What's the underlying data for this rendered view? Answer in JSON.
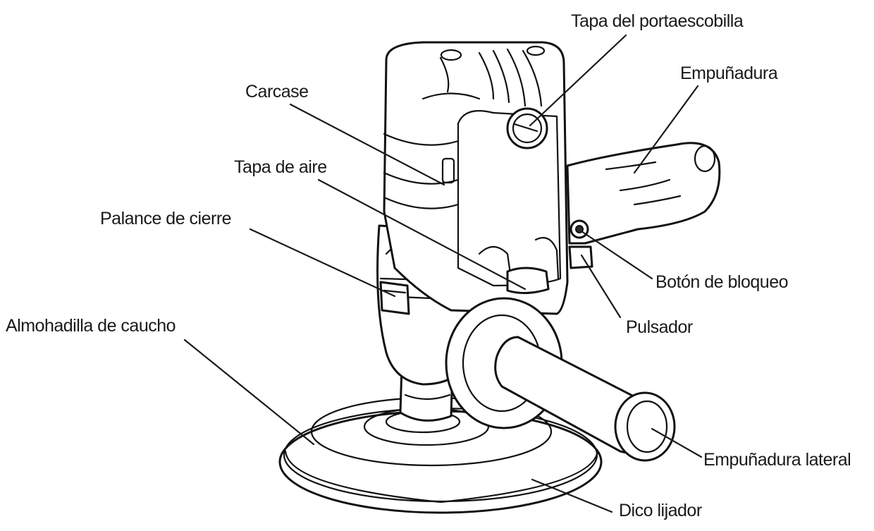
{
  "labels": {
    "tapa_portaescobilla": "Tapa del portaescobilla",
    "empunadura": "Empuñadura",
    "carcase": "Carcase",
    "tapa_aire": "Tapa de aire",
    "palance_cierre": "Palance de cierre",
    "boton_bloqueo": "Botón de bloqueo",
    "pulsador": "Pulsador",
    "almohadilla": "Almohadilla de caucho",
    "empunadura_lateral": "Empuñadura lateral",
    "disco_lijador": "Dico lijador"
  }
}
